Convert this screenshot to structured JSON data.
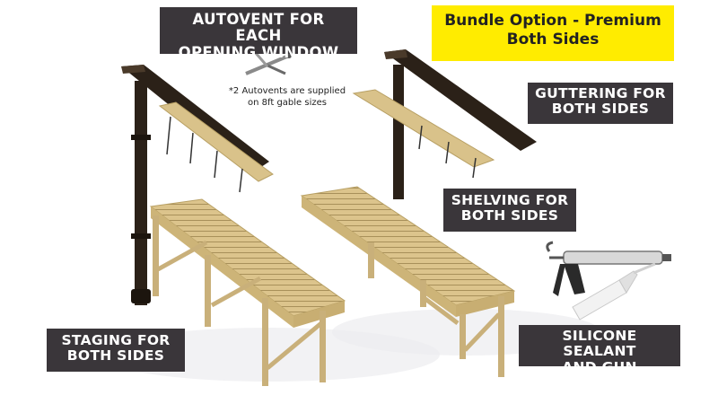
{
  "bundle": {
    "line1": "Bundle Option - Premium",
    "line2": "Both Sides"
  },
  "labels": {
    "autovent": {
      "line1": "AUTOVENT FOR EACH",
      "line2": "OPENING WINDOW"
    },
    "note": {
      "line1": "*2 Autovents are supplied",
      "line2": "on 8ft gable sizes"
    },
    "guttering": {
      "line1": "GUTTERING FOR",
      "line2": "BOTH SIDES"
    },
    "shelving": {
      "line1": "SHELVING FOR",
      "line2": "BOTH SIDES"
    },
    "staging": {
      "line1": "STAGING FOR",
      "line2": "BOTH SIDES"
    },
    "silicone": {
      "line1": "SILICONE SEALANT",
      "line2": "AND GUN"
    }
  },
  "colors": {
    "label_bg": "#3a363a",
    "label_text": "#ffffff",
    "bundle_bg": "#ffec00",
    "timber": "#d9c28a",
    "timber_dark": "#b8a064",
    "gutter": "#2b2118"
  },
  "icons": [
    "autovent-icon",
    "guttering-icon",
    "shelf-icon",
    "staging-icon",
    "sealant-gun-icon",
    "sealant-tube-icon"
  ]
}
